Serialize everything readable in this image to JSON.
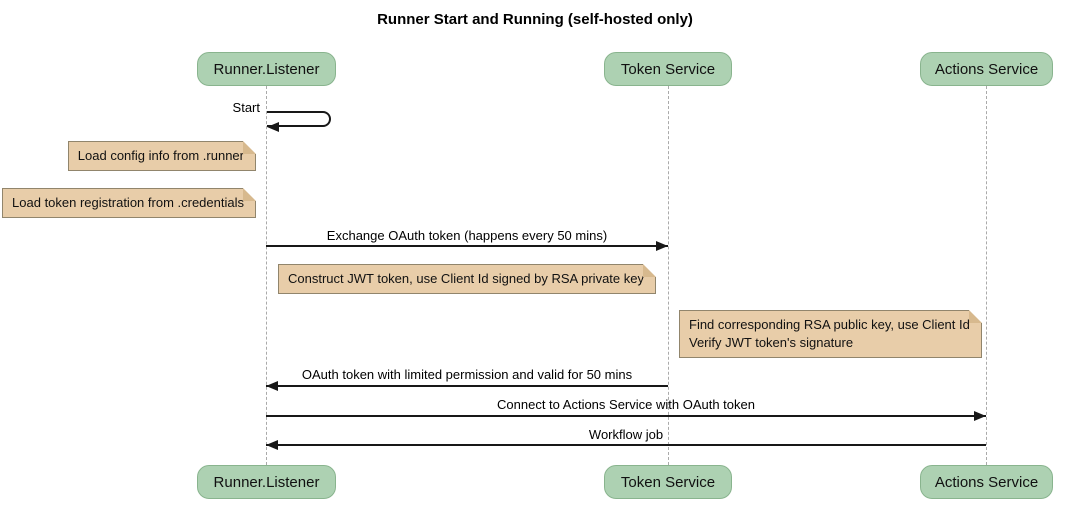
{
  "title": "Runner Start and Running (self-hosted only)",
  "participants": [
    {
      "label": "Runner.Listener"
    },
    {
      "label": "Token Service"
    },
    {
      "label": "Actions Service"
    }
  ],
  "messages": [
    {
      "label": "Start",
      "from": "Runner.Listener",
      "to": "Runner.Listener",
      "type": "self-arrow"
    },
    {
      "label": "Exchange OAuth token (happens every 50 mins)",
      "from": "Runner.Listener",
      "to": "Token Service",
      "type": "solid-arrow"
    },
    {
      "label": "OAuth token with limited permission and valid for 50 mins",
      "from": "Token Service",
      "to": "Runner.Listener",
      "type": "solid-arrow"
    },
    {
      "label": "Connect to Actions Service with OAuth token",
      "from": "Runner.Listener",
      "to": "Actions Service",
      "type": "solid-arrow"
    },
    {
      "label": "Workflow job",
      "from": "Actions Service",
      "to": "Runner.Listener",
      "type": "solid-arrow"
    }
  ],
  "notes": [
    {
      "text": "Load config info from .runner",
      "position": "left of Runner.Listener"
    },
    {
      "text": "Load token registration from .credentials",
      "position": "left of Runner.Listener"
    },
    {
      "text": "Construct JWT token, use Client Id signed by RSA private key",
      "position": "right of Runner.Listener"
    },
    {
      "text": "Find corresponding RSA public key, use Client Id\nVerify JWT token's signature",
      "position": "right of Token Service"
    }
  ],
  "colors": {
    "background": "#FFFFFF",
    "participant_fill": "#ADD1B2",
    "participant_border": "#89B48E",
    "note_fill": "#E8CDA9",
    "note_border": "#91856C",
    "lifeline": "#AAAAAA",
    "line": "#181818"
  }
}
